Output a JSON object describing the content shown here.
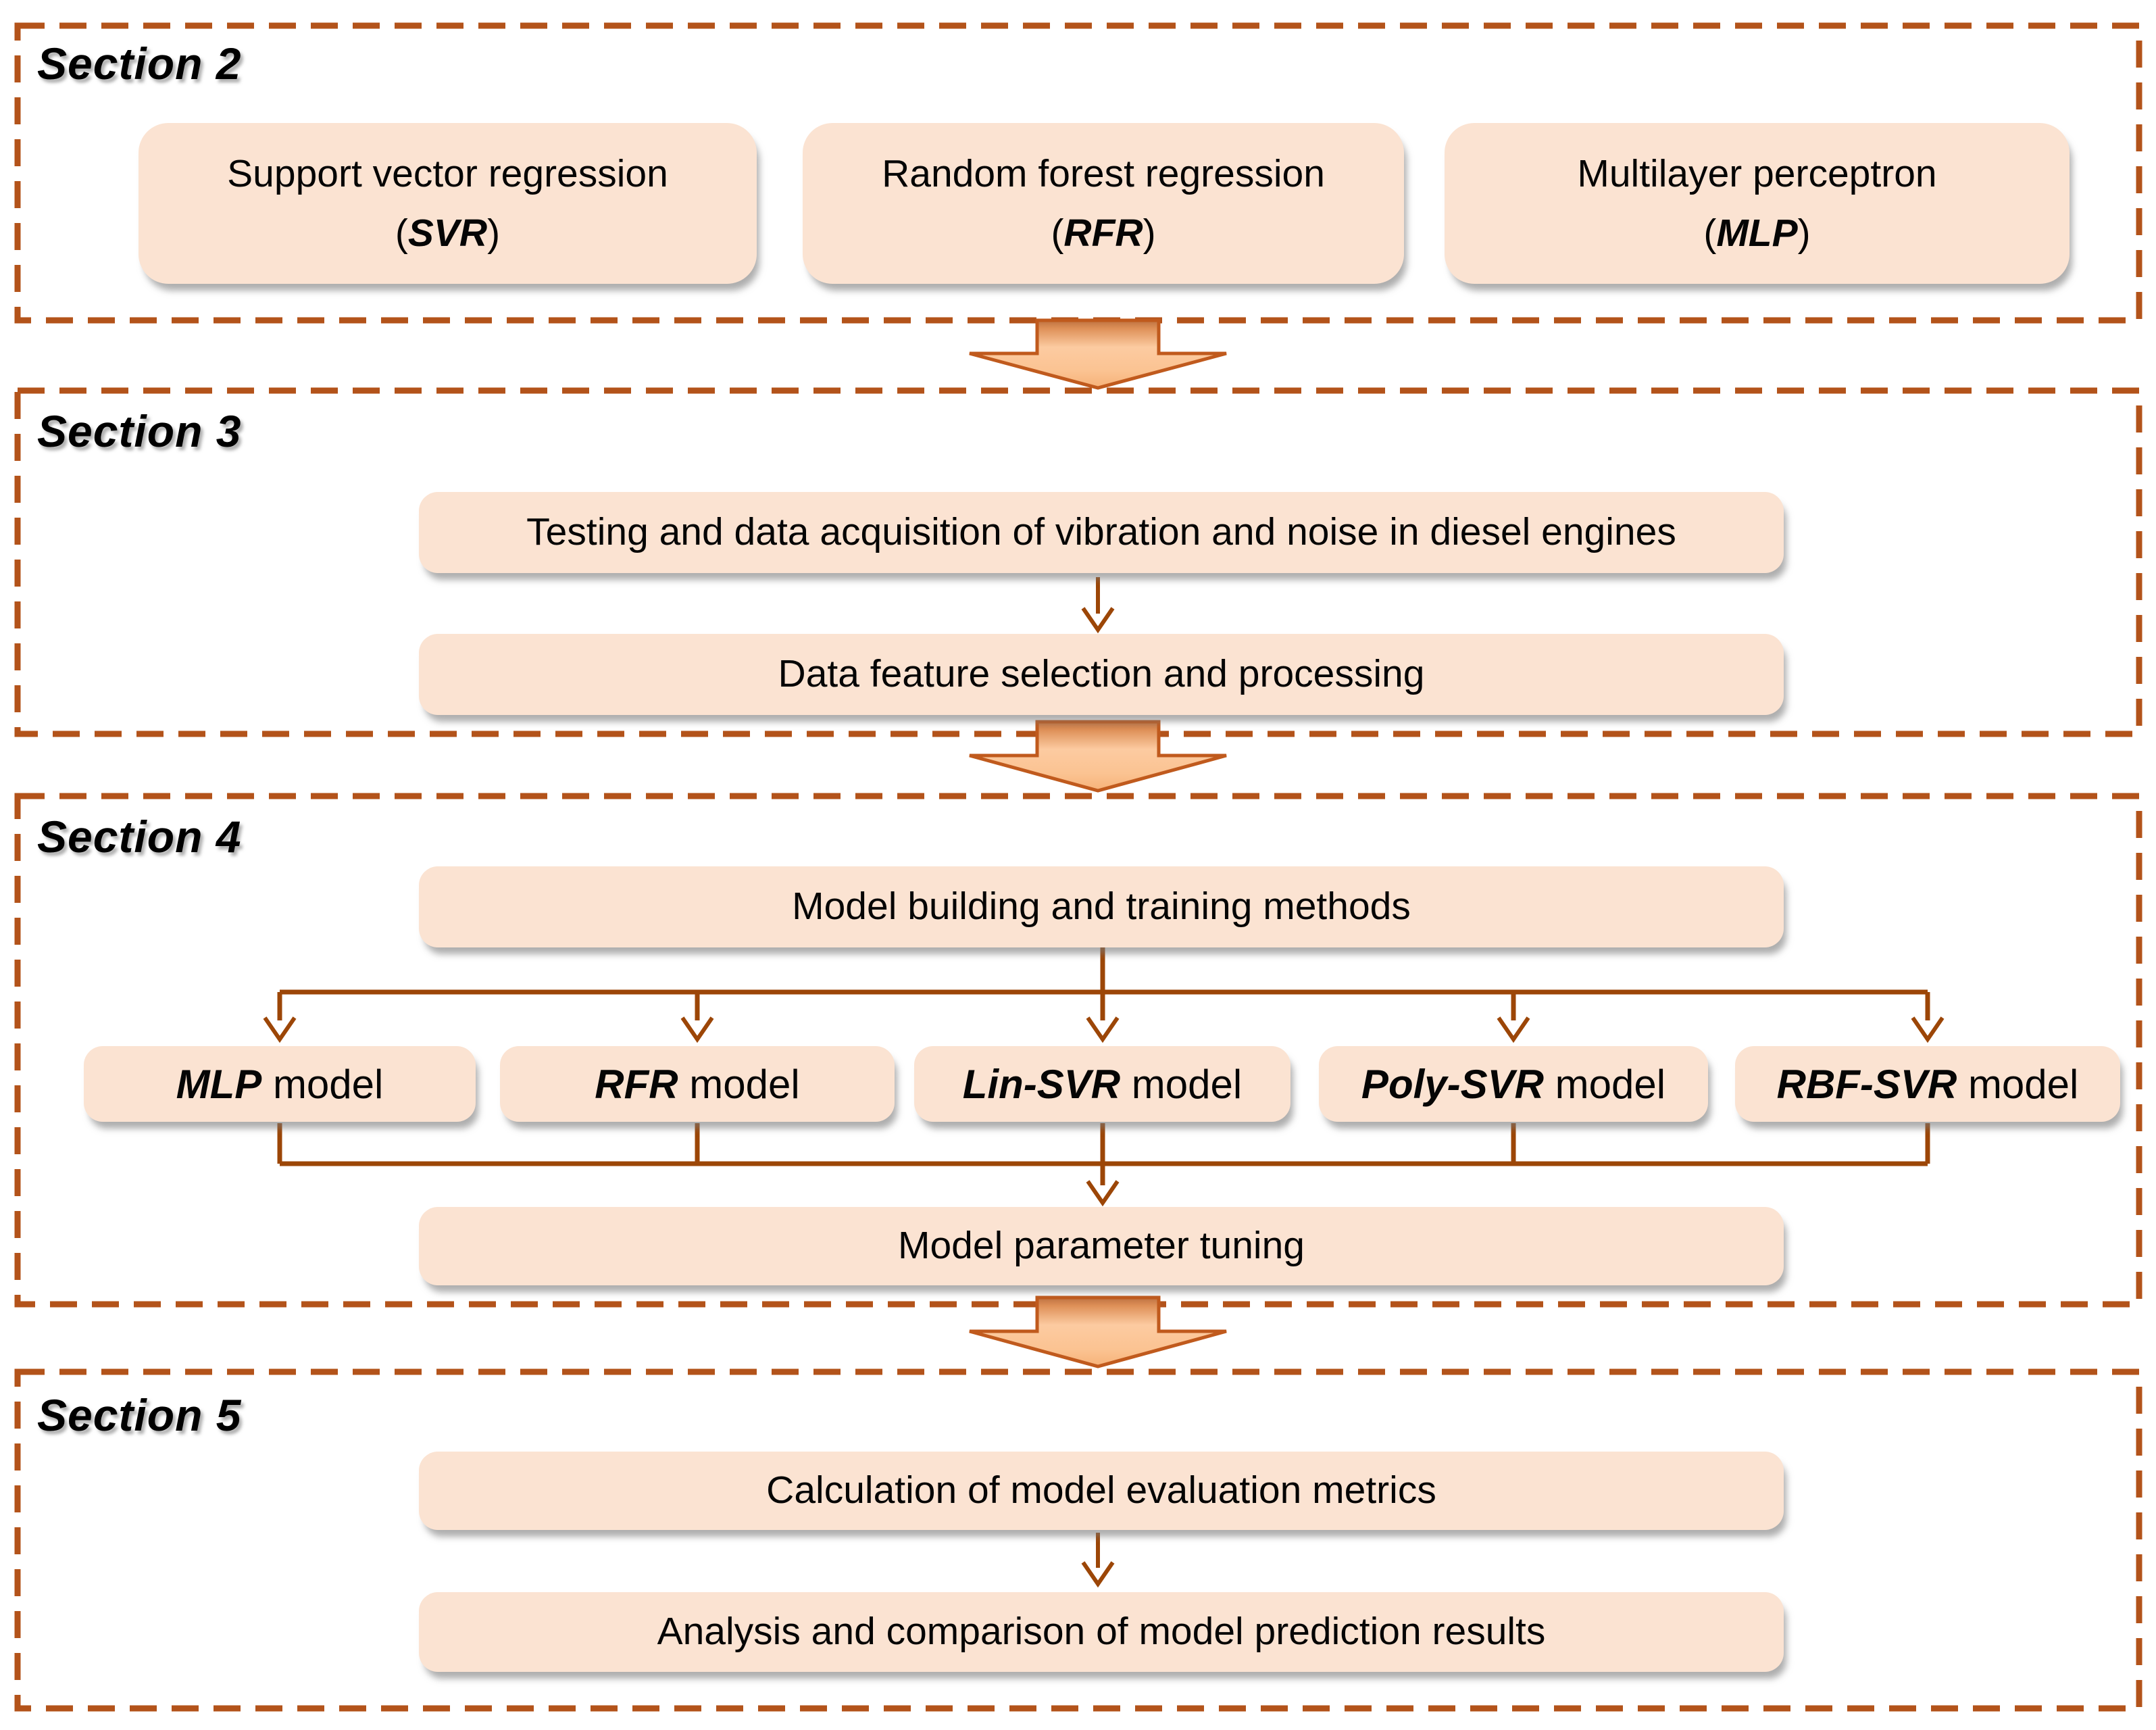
{
  "colors": {
    "dash_border": "#B3531A",
    "connector": "#9C4607",
    "arrow_outline": "#C05A1D",
    "box_fill": "#FBE3D2",
    "text": "#050505"
  },
  "section2": {
    "label": "Section 2",
    "boxes": [
      {
        "line1": "Support vector regression",
        "prefix": "(",
        "em": "SVR",
        "suffix": ")"
      },
      {
        "line1": "Random forest regression",
        "prefix": "(",
        "em": "RFR",
        "suffix": ")"
      },
      {
        "line1": "Multilayer perceptron",
        "prefix": "(",
        "em": "MLP",
        "suffix": ")"
      }
    ]
  },
  "section3": {
    "label": "Section 3",
    "boxes": [
      {
        "text": "Testing and data acquisition of vibration and noise in diesel engines"
      },
      {
        "text": "Data feature selection and processing"
      }
    ]
  },
  "section4": {
    "label": "Section 4",
    "top_box": "Model building and training methods",
    "model_boxes": [
      {
        "em": "MLP",
        "rest": " model"
      },
      {
        "em": "RFR",
        "rest": " model"
      },
      {
        "em": "Lin-SVR",
        "rest": " model"
      },
      {
        "em": "Poly-SVR",
        "rest": " model"
      },
      {
        "em": "RBF-SVR",
        "rest": " model"
      }
    ],
    "bottom_box": "Model parameter tuning"
  },
  "section5": {
    "label": "Section 5",
    "boxes": [
      {
        "text": "Calculation of model evaluation metrics"
      },
      {
        "text": "Analysis and comparison of model prediction results"
      }
    ]
  }
}
